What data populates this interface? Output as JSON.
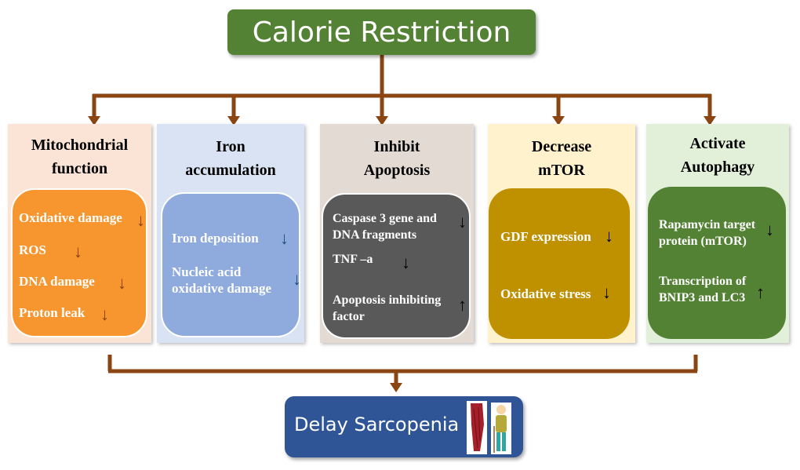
{
  "title": "Calorie Restriction",
  "columns": [
    {
      "heading": "Mitochondrial function",
      "items": [
        {
          "text": "Oxidative damage",
          "dir": "down"
        },
        {
          "text": "ROS",
          "dir": "down"
        },
        {
          "text": "DNA damage",
          "dir": "down"
        },
        {
          "text": "Proton leak",
          "dir": "down"
        }
      ]
    },
    {
      "heading": "Iron accumulation",
      "items": [
        {
          "text": "Iron deposition",
          "dir": "down"
        },
        {
          "text": "Nucleic acid oxidative damage",
          "dir": "down"
        }
      ]
    },
    {
      "heading": "Inhibit Apoptosis",
      "items": [
        {
          "text": "Caspase 3 gene  and DNA fragments",
          "dir": "down"
        },
        {
          "text": "TNF –a",
          "dir": "down"
        },
        {
          "text": "Apoptosis inhibiting factor",
          "dir": "up"
        }
      ]
    },
    {
      "heading": "Decrease mTOR",
      "items": [
        {
          "text": "GDF expression",
          "dir": "down"
        },
        {
          "text": "Oxidative stress",
          "dir": "down"
        }
      ]
    },
    {
      "heading": "Activate Autophagy",
      "items": [
        {
          "text": "Rapamycin target protein (mTOR)",
          "dir": "down"
        },
        {
          "text": "Transcription of BNIP3 and LC3",
          "dir": "up"
        }
      ]
    }
  ],
  "bottom": "Delay Sarcopenia",
  "colors": {
    "connector": "#8b4513",
    "title": "#548235",
    "bottom": "#2f5597"
  },
  "arrows": {
    "down": "↓",
    "up": "↑"
  }
}
